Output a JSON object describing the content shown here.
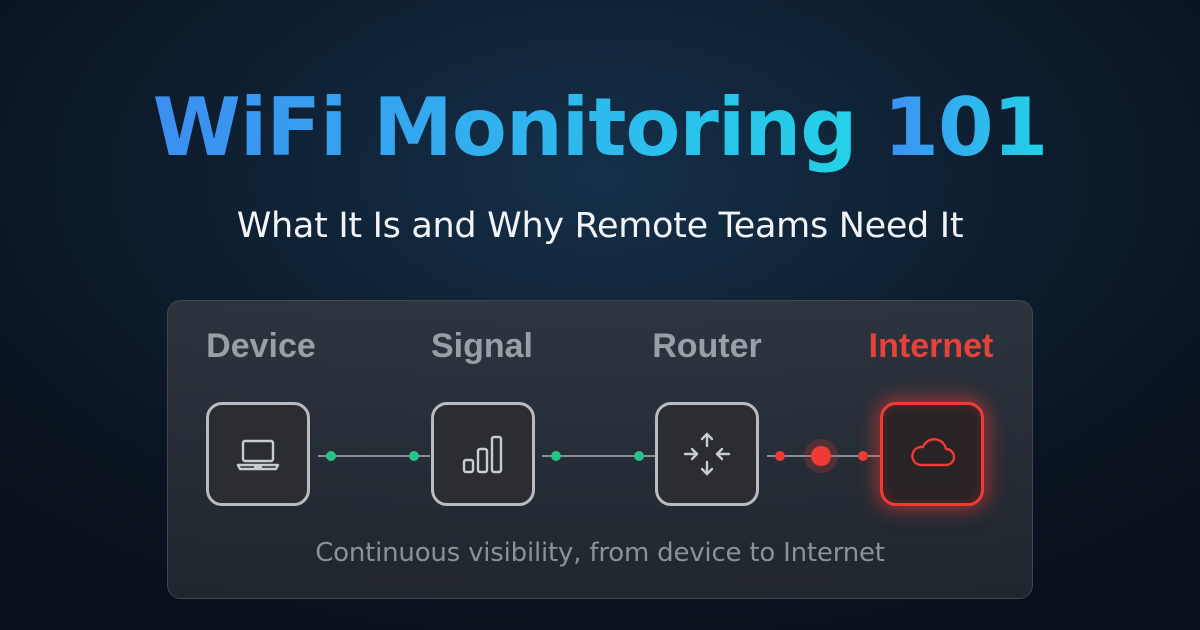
{
  "header": {
    "title_main": "WiFi Monitoring ",
    "title_number": "101",
    "subtitle": "What It Is and Why Remote Teams Need It"
  },
  "pipeline": {
    "stages": [
      {
        "label": "Device",
        "icon": "laptop-icon",
        "status": "ok"
      },
      {
        "label": "Signal",
        "icon": "signal-bars-icon",
        "status": "ok"
      },
      {
        "label": "Router",
        "icon": "router-arrows-icon",
        "status": "ok"
      },
      {
        "label": "Internet",
        "icon": "cloud-icon",
        "status": "alert"
      }
    ],
    "caption": "Continuous visibility, from device to Internet"
  },
  "colors": {
    "title_gradient_start": "#3d8ef0",
    "title_gradient_end": "#22d3e6",
    "ok": "#27c48a",
    "alert": "#ef3b36",
    "stage_label": "#9a9ea5",
    "alert_label": "#e5423c"
  }
}
